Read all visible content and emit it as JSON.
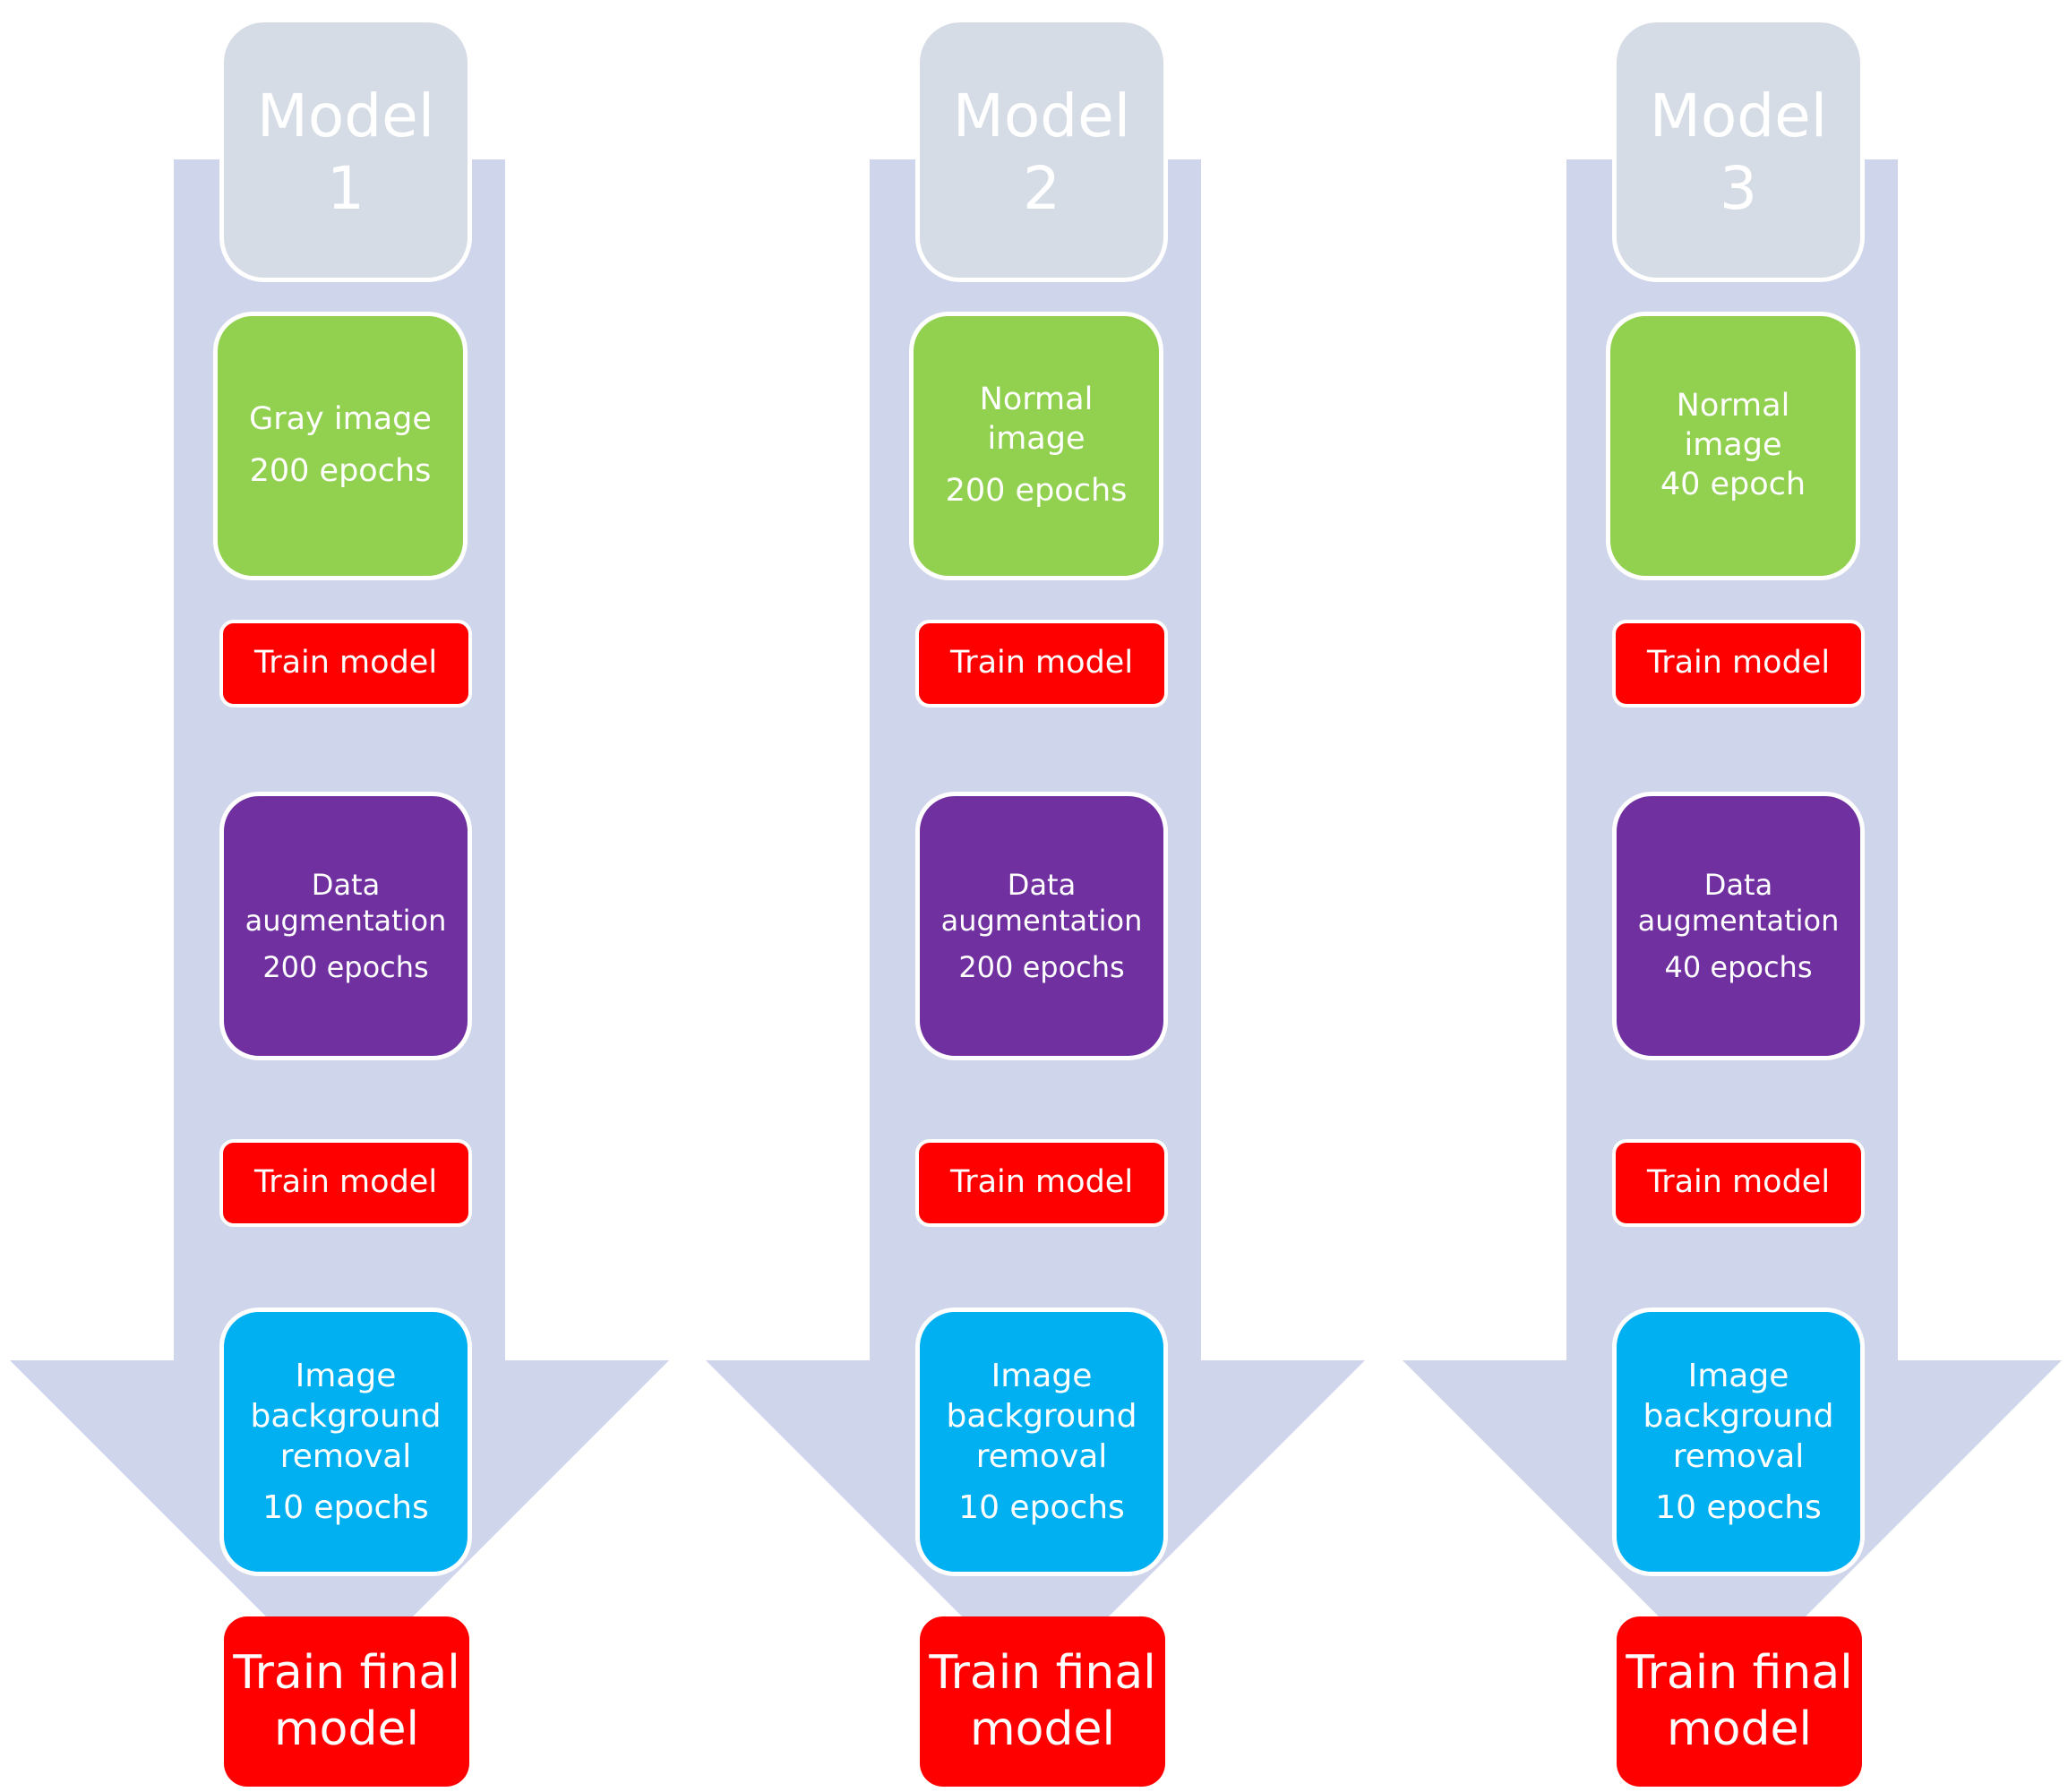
{
  "colors": {
    "arrow": "#cfd5ea",
    "header": "#d6dce5",
    "input_step": "#92d050",
    "train": "#ff0000",
    "augmentation": "#7030a0",
    "background_removal": "#00b0f0",
    "text": "#ffffff"
  },
  "models": [
    {
      "header": [
        "Model",
        "1"
      ],
      "input": {
        "lines": [
          "Gray image"
        ],
        "epochs": "200 epochs"
      },
      "train1": "Train model",
      "augmentation": {
        "lines": [
          "Data",
          "augmentation"
        ],
        "epochs": "200 epochs"
      },
      "train2": "Train model",
      "background": {
        "lines": [
          "Image",
          "background",
          "removal"
        ],
        "epochs": "10 epochs"
      },
      "final": [
        "Train final",
        "model"
      ]
    },
    {
      "header": [
        "Model",
        "2"
      ],
      "input": {
        "lines": [
          "Normal",
          "image"
        ],
        "epochs": "200 epochs"
      },
      "train1": "Train model",
      "augmentation": {
        "lines": [
          "Data",
          "augmentation"
        ],
        "epochs": "200 epochs"
      },
      "train2": "Train model",
      "background": {
        "lines": [
          "Image",
          "background",
          "removal"
        ],
        "epochs": "10 epochs"
      },
      "final": [
        "Train final",
        "model"
      ]
    },
    {
      "header": [
        "Model",
        "3"
      ],
      "input": {
        "lines": [
          "Normal",
          "image"
        ],
        "epochs": "40 epoch"
      },
      "train1": "Train model",
      "augmentation": {
        "lines": [
          "Data",
          "augmentation"
        ],
        "epochs": "40 epochs"
      },
      "train2": "Train model",
      "background": {
        "lines": [
          "Image",
          "background",
          "removal"
        ],
        "epochs": "10 epochs"
      },
      "final": [
        "Train final",
        "model"
      ]
    }
  ]
}
